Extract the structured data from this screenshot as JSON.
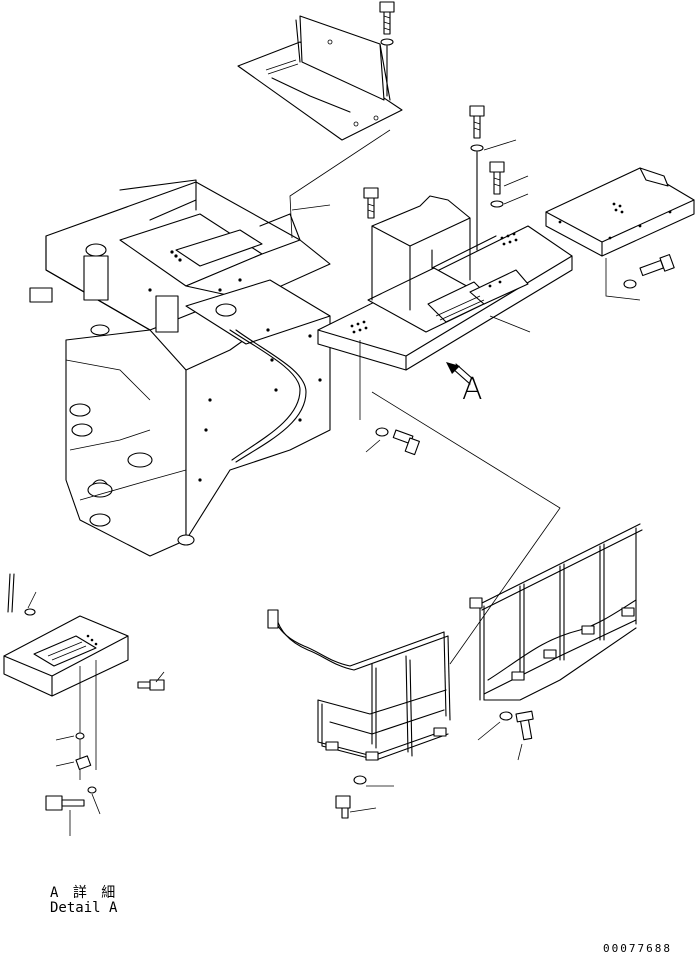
{
  "labels": {
    "callout": "A",
    "detail_ja": "A 詳 細",
    "detail_en": "Detail A",
    "drawing_number": "00077688"
  }
}
